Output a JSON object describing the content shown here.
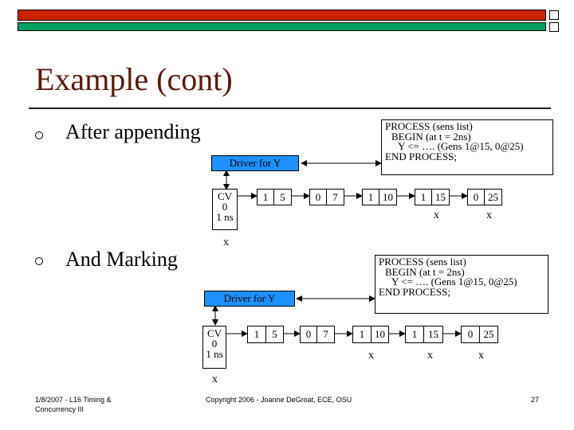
{
  "title": "Example (cont)",
  "bullets": [
    "After appending",
    "And Marking"
  ],
  "diagram1": {
    "process_lines": [
      "PROCESS (sens list)",
      "BEGIN       (at t = 2ns)",
      "Y <= ….   (Gens 1@15, 0@25)",
      "END PROCESS;"
    ],
    "driver": "Driver for Y",
    "cv": [
      "CV",
      "0",
      "1 ns"
    ],
    "pairs": [
      [
        "1",
        "5"
      ],
      [
        "0",
        "7"
      ],
      [
        "1",
        "10"
      ],
      [
        "1",
        "15"
      ],
      [
        "0",
        "25"
      ]
    ],
    "marks": [
      "x",
      "x",
      "x"
    ]
  },
  "diagram2": {
    "process_lines": [
      "PROCESS (sens list)",
      "BEGIN       (at t = 2ns)",
      "Y <= ….   (Gens 1@15, 0@25)",
      "END PROCESS;"
    ],
    "driver": "Driver for Y",
    "cv": [
      "CV",
      "0",
      "1 ns"
    ],
    "pairs": [
      [
        "1",
        "5"
      ],
      [
        "0",
        "7"
      ],
      [
        "1",
        "10"
      ],
      [
        "1",
        "15"
      ],
      [
        "0",
        "25"
      ]
    ],
    "marks": [
      "x",
      "x",
      "x",
      "x"
    ]
  },
  "footer": {
    "left": [
      "1/8/2007 - L16 Timing &",
      "Concurrency III"
    ],
    "center": "Copyright 2006 - Joanne DeGroat, ECE, OSU",
    "page": "27"
  },
  "colors": {
    "title": "#5a1a0a",
    "driver": "#1e90ff",
    "bar_red": "#cc2200",
    "bar_green": "#00a060"
  }
}
